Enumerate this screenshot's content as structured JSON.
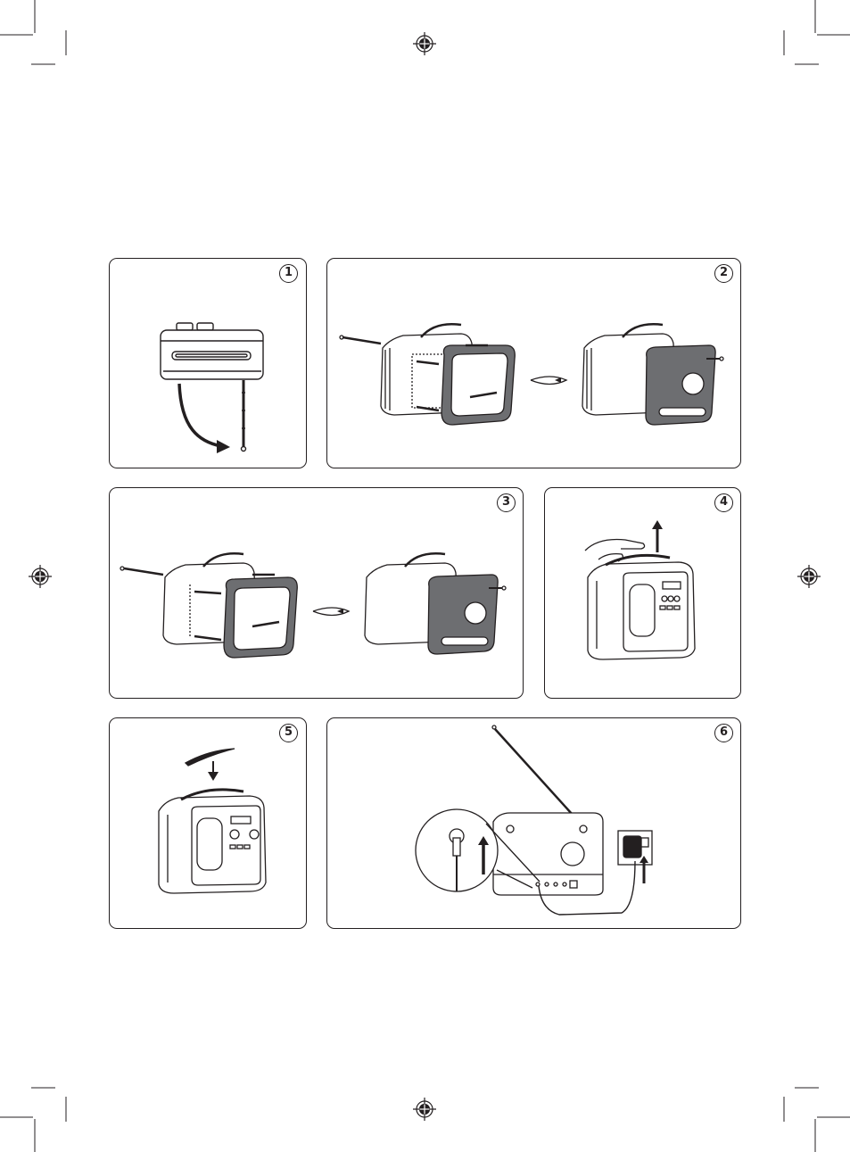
{
  "steps": [
    {
      "number": "1",
      "illustration": "extend-telescopic-antenna"
    },
    {
      "number": "2",
      "illustration": "attach-rear-panel-with-screws"
    },
    {
      "number": "3",
      "illustration": "attach-front-frame-with-screws"
    },
    {
      "number": "4",
      "illustration": "lift-handle"
    },
    {
      "number": "5",
      "illustration": "fold-handle-down"
    },
    {
      "number": "6",
      "illustration": "connect-power-adapter"
    }
  ],
  "colors": {
    "line": "#231f20",
    "panel_fill": "#6d6e71",
    "paper": "#ffffff"
  },
  "icons": [
    "registration-mark-icon",
    "crop-mark-icon",
    "arrow-icon",
    "rotate-icon"
  ]
}
